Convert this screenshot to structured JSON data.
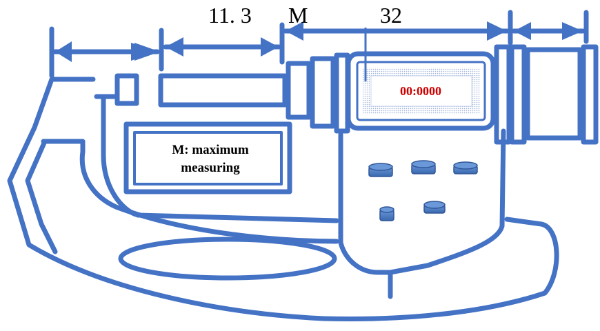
{
  "dimensions": {
    "label_a": "11. 3",
    "label_m": "M",
    "label_b": "32"
  },
  "display": {
    "reading": "00:0000"
  },
  "note": {
    "line1": "M: maximum",
    "line2": "measuring"
  },
  "colors": {
    "stroke": "#4472C4",
    "display_text": "#CC0000",
    "button_fill": "#4A7CC0",
    "screen_dots": "#9FB3D9"
  },
  "icons": [
    "button-icon"
  ]
}
